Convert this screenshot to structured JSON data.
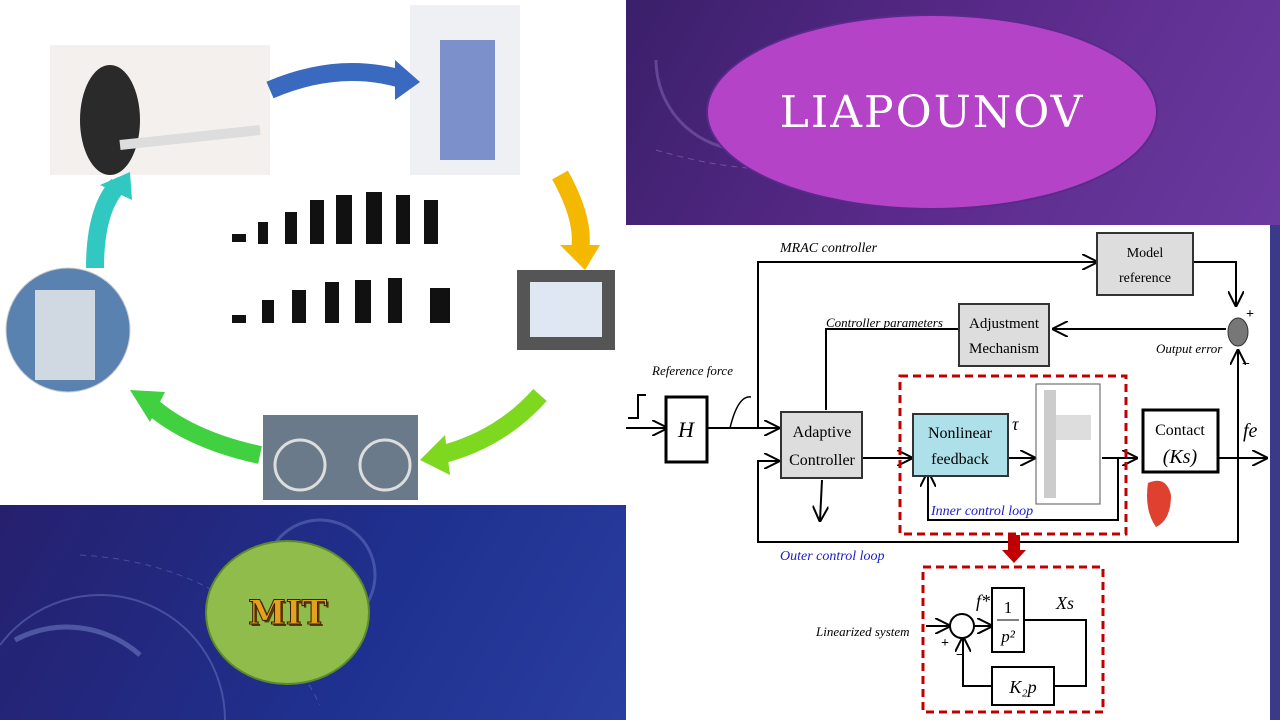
{
  "slide": {
    "title_ellipse": "LIAPOUNOV",
    "badge": "MIT"
  },
  "diagram": {
    "mrac_label": "MRAC controller",
    "model_reference": [
      "Model",
      "reference"
    ],
    "adjustment": [
      "Adjustment",
      "Mechanism"
    ],
    "controller_params": "Controller parameters",
    "output_error": "Output error",
    "reference_force": "Reference force",
    "h_block": "H",
    "adaptive": [
      "Adaptive",
      "Controller"
    ],
    "nonlinear": [
      "Nonlinear",
      "feedback"
    ],
    "tau": "τ",
    "contact": [
      "Contact",
      "(Ks)"
    ],
    "fe": "fe",
    "inner_loop": "Inner control  loop",
    "outer_loop": "Outer control  loop",
    "plus": "+",
    "minus": "−",
    "linearized": "Linearized system",
    "f_star": "f*",
    "tf_num": "1",
    "tf_den": "p²",
    "xs": "Xs",
    "k2p": "K₂p"
  },
  "colors": {
    "accent_purple": "#b443c8",
    "mit_green": "#8fbc4a",
    "dash_red": "#c00000",
    "inner_blue": "#aee0ea"
  }
}
